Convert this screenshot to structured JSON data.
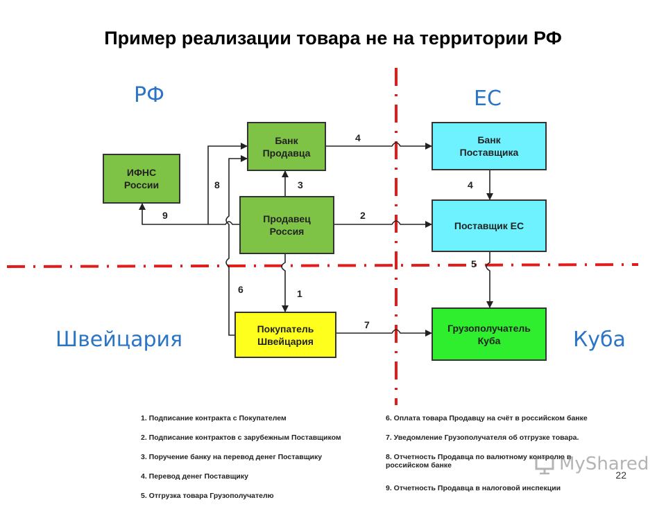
{
  "title": "Пример реализации товара не на территории РФ",
  "regions": {
    "rf": "РФ",
    "eu": "ЕС",
    "switzerland": "Швейцария",
    "cuba": "Куба"
  },
  "nodes": {
    "ifns": "ИФНС\nРоссии",
    "seller_bank": "Банк\nПродавца",
    "seller": "Продавец\nРоссия",
    "buyer": "Покупатель\nШвейцария",
    "supplier_bank": "Банк\nПоставщика",
    "supplier": "Поставщик ЕС",
    "consignee": "Грузополучатель\nКуба"
  },
  "edge_labels": {
    "e1": "1",
    "e2": "2",
    "e3": "3",
    "e4a": "4",
    "e4b": "4",
    "e5": "5",
    "e6": "6",
    "e7": "7",
    "e8": "8",
    "e9": "9"
  },
  "legend": {
    "left": [
      "1.  Подписание  контракта с Покупателем",
      " 2. Подписание контрактов с зарубежным Поставщиком",
      " 3. Поручение банку на перевод денег Поставщику",
      "4. Перевод денег Поставщику",
      " 5. Отгрузка товара Грузополучателю"
    ],
    "right": [
      "6. Оплата товара Продавцу на счёт в российском банке",
      " 7. Уведомление Грузополучателя об отгрузке товара.",
      " 8. Отчетность Продавца по валютному контролю в\n     российском банке",
      " 9. Отчетность Продавца в налоговой инспекции"
    ]
  },
  "page_number": "22",
  "watermark": "MyShared",
  "colors": {
    "region_text": "#2b74c6",
    "border_line": "#e21b1b",
    "green_box": "#7ec346",
    "cyan_box": "#6ff2ff",
    "yellow_box": "#ffff1e",
    "bright_green_box": "#2eee2e"
  }
}
